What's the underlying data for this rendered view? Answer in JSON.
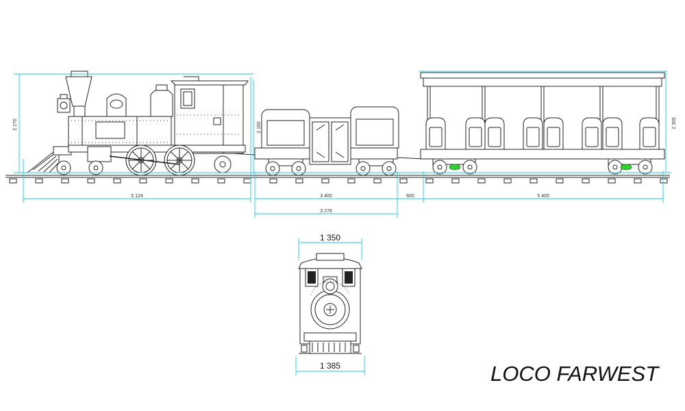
{
  "dimensions": {
    "loco_length": "5 124",
    "tender_length": "3 400",
    "gap": "600",
    "coach_length": "5 400",
    "overall_tender": "3 276",
    "loco_height": "2 270",
    "tender_height": "2 160",
    "coach_height": "2 305",
    "front_width_top": "1 350",
    "front_width_bottom": "1 385"
  },
  "brand": {
    "name": "LOCO FARWEST"
  },
  "colors": {
    "dimension_line": "#19c8e6",
    "linework": "#222222",
    "accent_green": "#33cc33"
  }
}
